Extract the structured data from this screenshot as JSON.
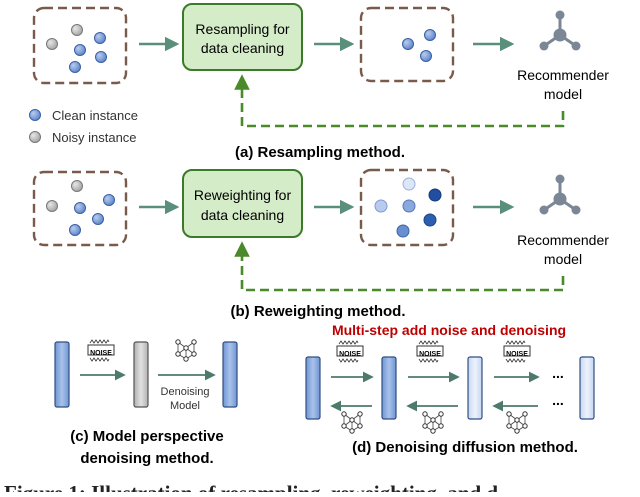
{
  "panel_a": {
    "process_label_line1": "Resampling for",
    "process_label_line2": "data cleaning",
    "model_label_line1": "Recommender",
    "model_label_line2": "model",
    "caption": "(a) Resampling method."
  },
  "legend": {
    "clean_label": "Clean instance",
    "noisy_label": "Noisy instance"
  },
  "panel_b": {
    "process_label_line1": "Reweighting for",
    "process_label_line2": "data cleaning",
    "model_label_line1": "Recommender",
    "model_label_line2": "model",
    "caption": "(b) Reweighting method."
  },
  "panel_c": {
    "noise_tag": "NOISE",
    "model_label_line1": "Denoising",
    "model_label_line2": "Model",
    "caption_line1": "(c) Model perspective",
    "caption_line2": "denoising method."
  },
  "panel_d": {
    "title": "Multi-step add noise and denoising",
    "noise_tag": "NOISE",
    "ellipsis": "...",
    "caption": "(d) Denoising diffusion method."
  },
  "figure_caption_fragment": "Figure 1: Illustration of resampling, reweighting, and d",
  "colors": {
    "box_border": "#7a5a4a",
    "process_fill": "#d5ecc9",
    "process_border": "#3a7a28",
    "arrow": "#5a8f7b",
    "feedback": "#4a8a2a",
    "clean": "#7ea1dc",
    "noisy": "#bcbcbc",
    "title_red": "#c00000"
  }
}
